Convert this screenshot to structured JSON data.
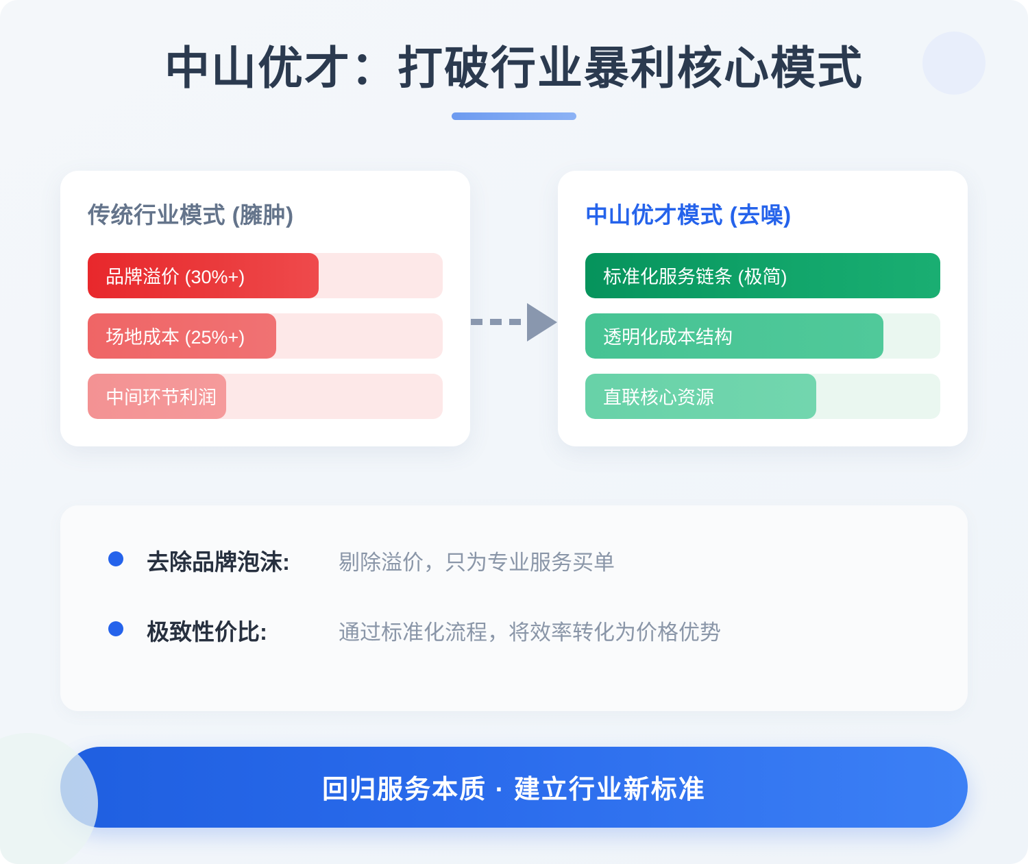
{
  "header": {
    "title": "中山优才：打破行业暴利核心模式"
  },
  "comparison": {
    "legacy": {
      "heading": "传统行业模式 (臃肿)",
      "bars": [
        {
          "label": "品牌溢价 (30%+)",
          "fill_percent": 65
        },
        {
          "label": "场地成本 (25%+)",
          "fill_percent": 53
        },
        {
          "label": "中间环节利润",
          "fill_percent": 39
        }
      ]
    },
    "modern": {
      "heading": "中山优才模式 (去噪)",
      "bars": [
        {
          "label": "标准化服务链条 (极简)",
          "fill_percent": 100
        },
        {
          "label": "透明化成本结构",
          "fill_percent": 84
        },
        {
          "label": "直联核心资源",
          "fill_percent": 65
        }
      ]
    }
  },
  "points": [
    {
      "label": "去除品牌泡沫:",
      "desc": "剔除溢价，只为专业服务买单"
    },
    {
      "label": "极致性价比:",
      "desc": "通过标准化流程，将效率转化为价格优势"
    }
  ],
  "footer": {
    "text": "回归服务本质 · 建立行业新标准"
  },
  "colors": {
    "accent_blue": "#2563eb",
    "legacy_red": "#e8282c",
    "modern_green": "#06935c",
    "heading_slate": "#64748b",
    "arrow_gray": "#8997ae"
  }
}
